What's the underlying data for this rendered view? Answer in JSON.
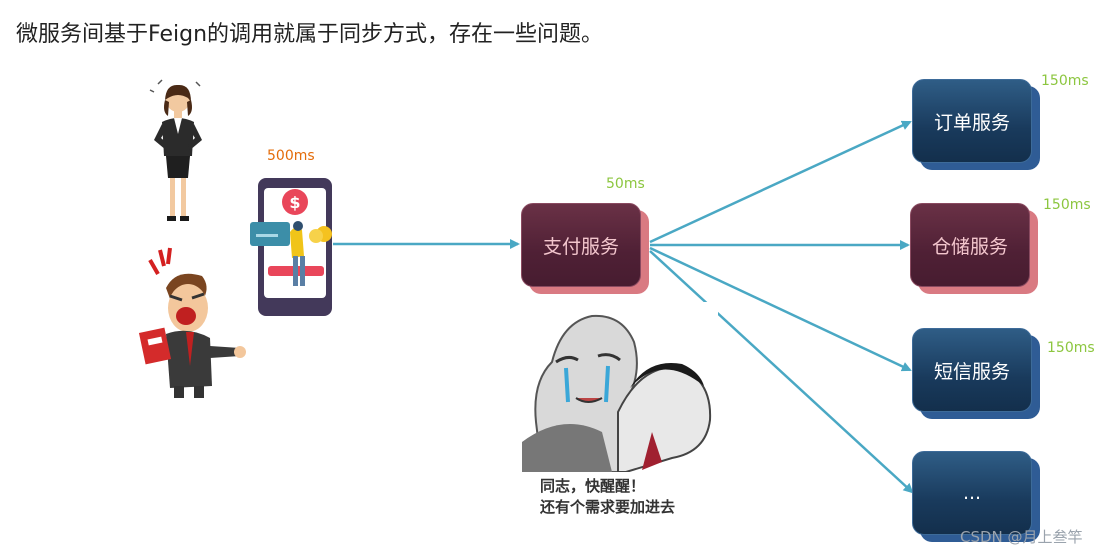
{
  "title": "微服务间基于Feign的调用就属于同步方式，存在一些问题。",
  "payment": {
    "label": "支付服务",
    "latency": "50ms"
  },
  "client_latency": "500ms",
  "services": [
    {
      "label": "订单服务",
      "latency": "150ms"
    },
    {
      "label": "仓储服务",
      "latency": "150ms"
    },
    {
      "label": "短信服务",
      "latency": "150ms"
    },
    {
      "label": "...",
      "latency": ""
    }
  ],
  "caption": {
    "line1": "同志，快醒醒！",
    "line2": "还有个需求要加进去"
  },
  "watermark": "CSDN @月上叁竿",
  "colors": {
    "wire": "#4aa8c4",
    "latency_green": "#8cc63f",
    "latency_orange": "#e46c0a",
    "service_blue": "#193a5c",
    "service_red": "#4f2035"
  }
}
